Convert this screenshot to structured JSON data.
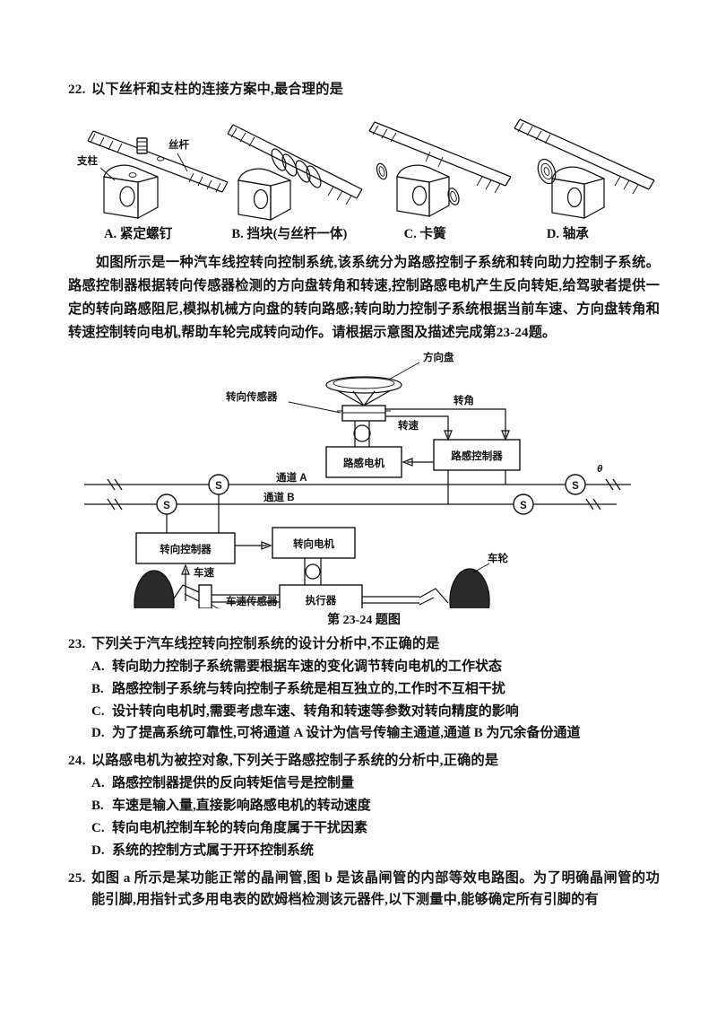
{
  "page": {
    "background_color": "#fefefe",
    "ink_color": "#121212"
  },
  "q22": {
    "number": "22.",
    "stem": "以下丝杆和支柱的连接方案中,最合理的是",
    "figure_labels": {
      "column": "支柱",
      "screw_rod": "丝杆"
    },
    "options": [
      {
        "key": "A.",
        "text": "紧定螺钉"
      },
      {
        "key": "B.",
        "text": "挡块(与丝杆一体)"
      },
      {
        "key": "C.",
        "text": "卡簧"
      },
      {
        "key": "D.",
        "text": "轴承"
      }
    ]
  },
  "passage": {
    "line1": "如图所示是一种汽车线控转向控制系统,该系统分为路感控制子系统和转向助力控制子系统。路感控制器根据转向传感器检测的方向盘转角和转速,控制路感电机产生反向转矩,给驾驶者提供一定的转向路感阻尼,模拟机械方向盘的转向路感;转向助力控制子系统根据当前车速、方向盘转角和转速控制转向电机,帮助车轮完成转向动作。请根据示意图及描述完成第23-24题。"
  },
  "diagram": {
    "caption": "第 23-24 题图",
    "labels": {
      "steering_wheel": "方向盘",
      "steering_sensor": "转向传感器",
      "rotation_angle": "转角",
      "rotation_speed": "转速",
      "road_feel_controller": "路感控制器",
      "road_feel_motor": "路感电机",
      "channel_a": "通道 A",
      "channel_b": "通道 B",
      "steering_controller": "转向控制器",
      "steering_motor": "转向电机",
      "vehicle_speed": "车速",
      "actuator": "执行器",
      "vehicle_speed_sensor": "车速传感器",
      "wheel": "车轮",
      "sensor_node": "S",
      "theta": "θ"
    }
  },
  "q23": {
    "number": "23.",
    "stem_before": "下列关于汽车线控转向控制系统的设计分析中,",
    "stem_emph": "不正确",
    "stem_after": "的是",
    "options": [
      {
        "key": "A.",
        "text": "转向助力控制子系统需要根据车速的变化调节转向电机的工作状态"
      },
      {
        "key": "B.",
        "text": "路感控制子系统与转向控制子系统是相互独立的,工作时不互相干扰"
      },
      {
        "key": "C.",
        "text": "设计转向电机时,需要考虑车速、转角和转速等参数对转向精度的影响"
      },
      {
        "key": "D.",
        "text": "为了提高系统可靠性,可将通道 A 设计为信号传输主通道,通道 B 为冗余备份通道"
      }
    ]
  },
  "q24": {
    "number": "24.",
    "stem": "以路感电机为被控对象,下列关于路感控制子系统的分析中,正确的是",
    "options": [
      {
        "key": "A.",
        "text": "路感控制器提供的反向转矩信号是控制量"
      },
      {
        "key": "B.",
        "text": "车速是输入量,直接影响路感电机的转动速度"
      },
      {
        "key": "C.",
        "text": "转向电机控制车轮的转向角度属于干扰因素"
      },
      {
        "key": "D.",
        "text": "系统的控制方式属于开环控制系统"
      }
    ]
  },
  "q25": {
    "number": "25.",
    "stem": "如图 a 所示是某功能正常的晶闸管,图 b 是该晶闸管的内部等效电路图。为了明确晶闸管的功能引脚,用指针式多用电表的欧姆档检测该元器件,以下测量中,能够确定所有引脚的有"
  }
}
